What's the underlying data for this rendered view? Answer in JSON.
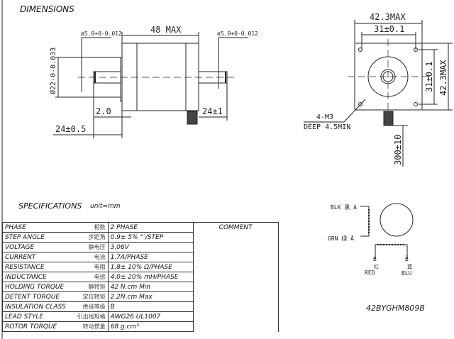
{
  "headings": {
    "dimensions": "DIMENSIONS",
    "specifications": "SPECIFICATIONS",
    "unit": "unit=mm"
  },
  "side_view": {
    "length": "48 MAX",
    "shaft_dia_left": "ø5.0+0-0.012",
    "shaft_dia_right": "ø5.0+0-0.012",
    "boss_dia": "Ø22-0-0.033",
    "flange_thickness": "2.0",
    "front_shaft": "24±0.5",
    "rear_shaft": "24±1"
  },
  "front_view": {
    "width_max": "42.3MAX",
    "hole_spacing": "31±0.1",
    "hole_spacing_v": "31±0.1",
    "height_max": "42.3MAX",
    "holes": "4-M3",
    "hole_depth": "DEEP 4.5MIN",
    "lead_length": "300±10"
  },
  "wiring": {
    "a": "BLK 黑 A",
    "a_bar": "GRN 绿 Ā",
    "b": "B",
    "b_cn": "红",
    "b_color": "RED",
    "b_bar": "B̄",
    "b_bar_cn": "蓝",
    "b_bar_color": "BLU",
    "model": "42BYGHM809B"
  },
  "specs": {
    "comment_header": "COMMENT",
    "rows": [
      {
        "name": "PHASE",
        "cn": "相数",
        "value": "2  PHASE"
      },
      {
        "name": "STEP ANGLE",
        "cn": "步距角",
        "value": "0.9± 5% ° /STEP"
      },
      {
        "name": "VOLTAGE",
        "cn": "静电压",
        "value": "3.06V"
      },
      {
        "name": "CURRENT",
        "cn": "电流",
        "value": "1.7A/PHASE"
      },
      {
        "name": "RESISTANCE",
        "cn": "电阻",
        "value": "1.8± 10%  Ω/PHASE"
      },
      {
        "name": "INDUCTANCE",
        "cn": "电感",
        "value": "4.0± 20% mH/PHASE"
      },
      {
        "name": "HOLDING TORQUE",
        "cn": "静转矩",
        "value": "42  N.cm Min"
      },
      {
        "name": "DETENT TORQUE",
        "cn": "定位转矩",
        "value": "2.2N.cm Max"
      },
      {
        "name": "INSULATION CLASS",
        "cn": "绝缘等级",
        "value": "B"
      },
      {
        "name": "LEAD STYLE",
        "cn": "引出线规格",
        "value": "AWG26 UL1007"
      },
      {
        "name": "ROTOR TORQUE",
        "cn": "转动惯量",
        "value": "68 g.cm²"
      }
    ]
  }
}
